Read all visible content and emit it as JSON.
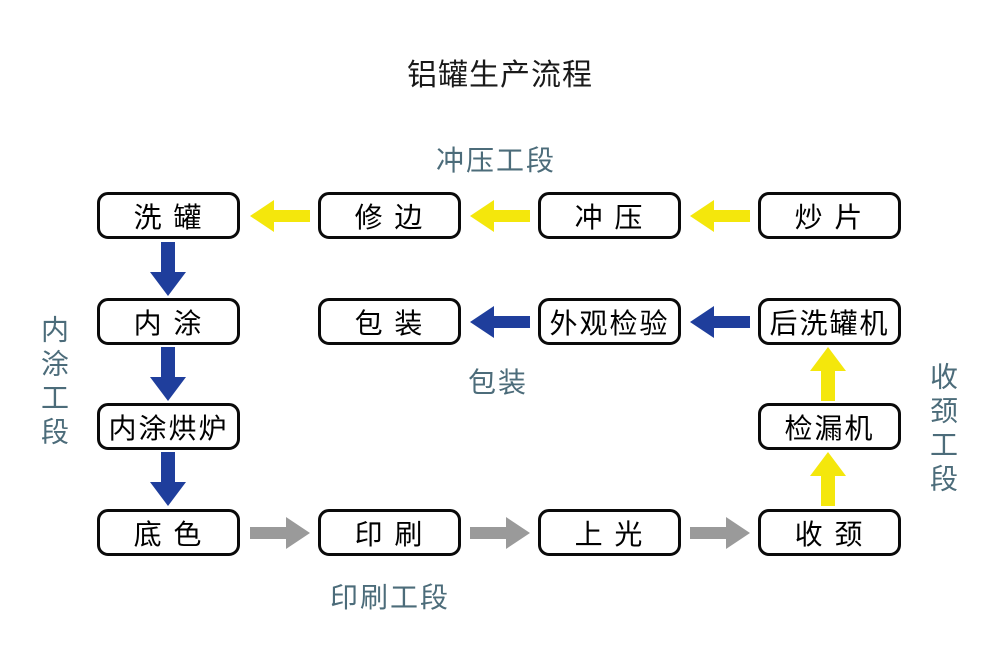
{
  "title": "铝罐生产流程",
  "section_labels": {
    "stamping": "冲压工段",
    "inner_coating": "内涂工段",
    "packing": "包装",
    "necking": "收颈工段",
    "printing": "印刷工段"
  },
  "nodes": {
    "xiguan": "洗 罐",
    "xiubian": "修 边",
    "chongya": "冲 压",
    "chaopian": "炒 片",
    "neitu": "内 涂",
    "baozhuang": "包 装",
    "waiguanjianyan": "外观检验",
    "houxiguanji": "后洗罐机",
    "neituhonglu": "内涂烘炉",
    "jianlouji": "检漏机",
    "dise": "底 色",
    "yinshua": "印 刷",
    "shangguang": "上 光",
    "shoujing": "收 颈"
  },
  "colors": {
    "arrow_yellow": "#F4E70C",
    "arrow_blue": "#1F3E9C",
    "arrow_gray": "#9A9A9A",
    "section_label": "#4C6C7A",
    "box_border": "#0A0A0A",
    "title_text": "#1A1A1A",
    "background": "#FFFFFF"
  }
}
